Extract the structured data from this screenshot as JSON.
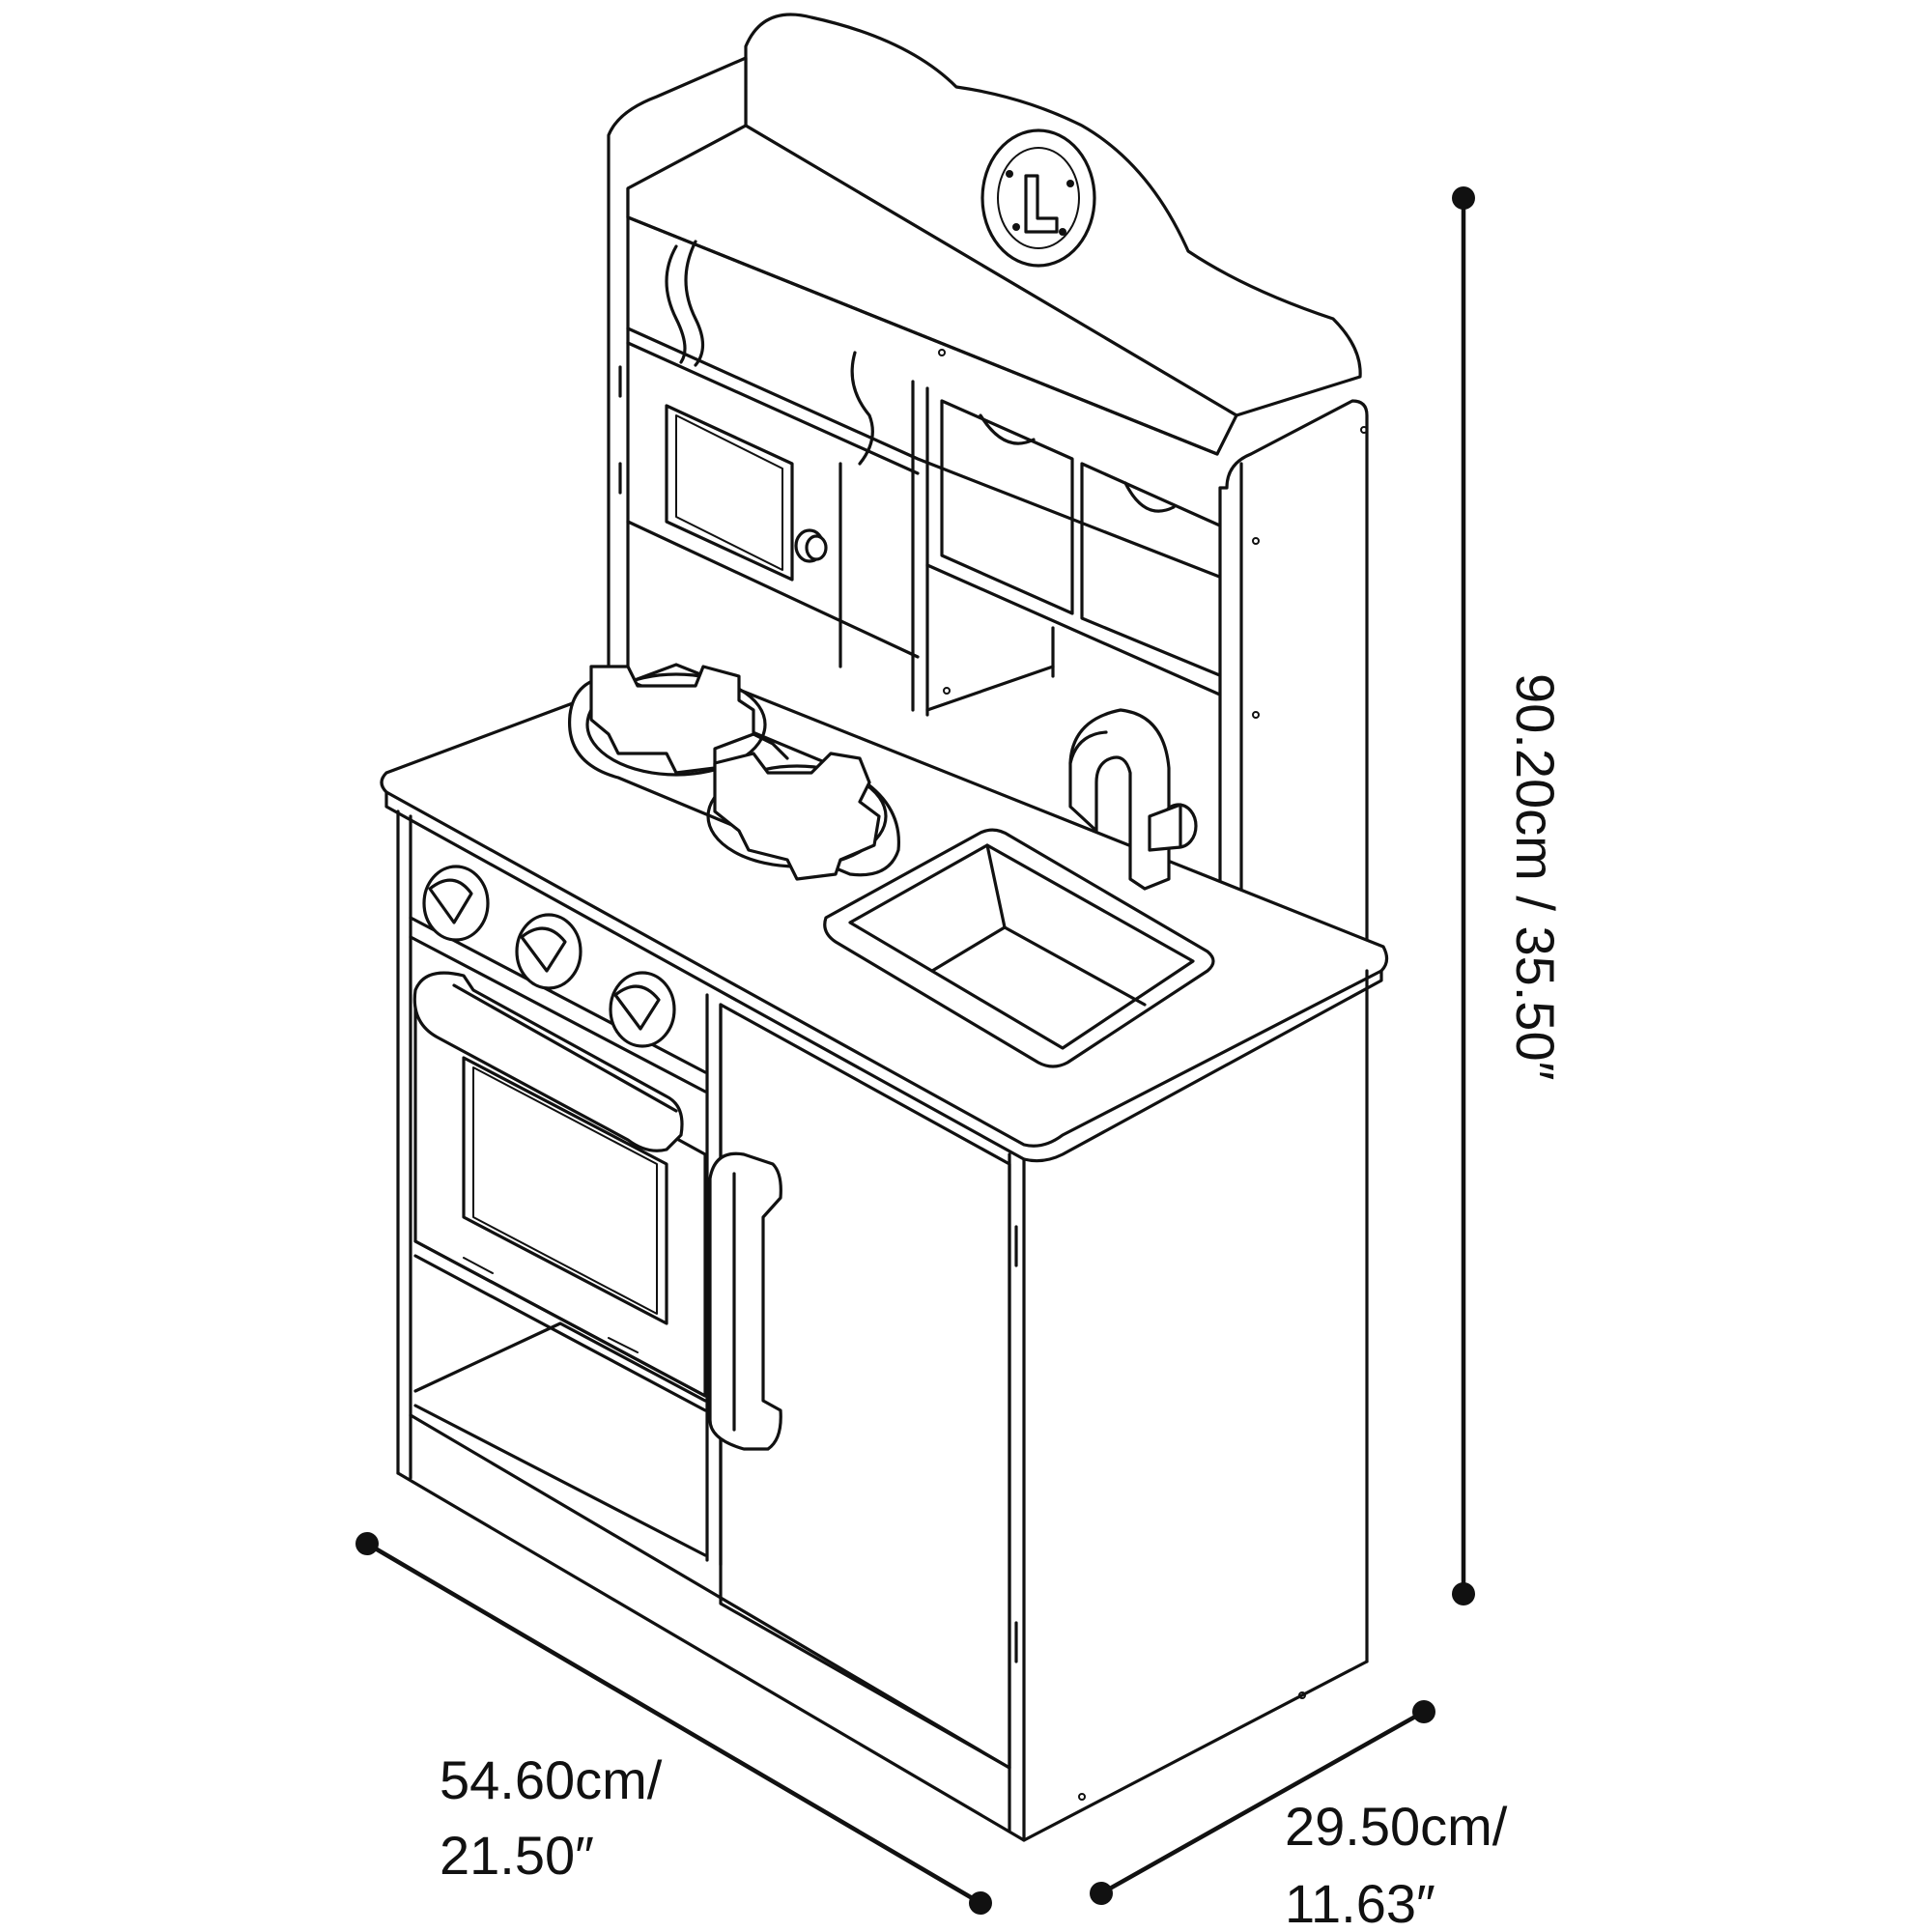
{
  "dimensions": {
    "width": {
      "line1": "54.60cm/",
      "line2": "21.50″"
    },
    "depth": {
      "line1": "29.50cm/",
      "line2": "11.63″"
    },
    "height": {
      "label": "90.20cm / 35.50″"
    }
  }
}
